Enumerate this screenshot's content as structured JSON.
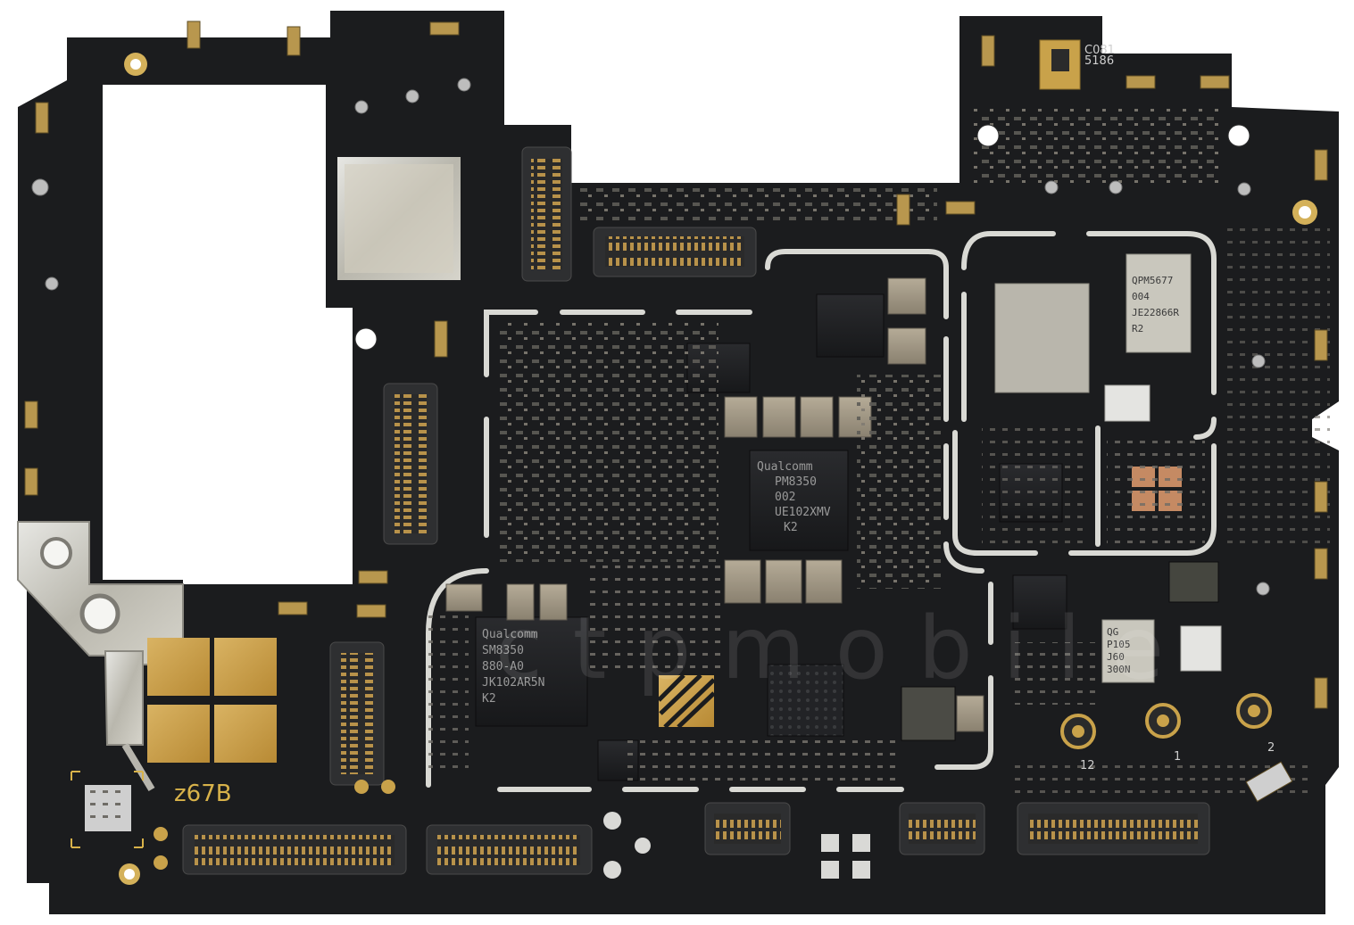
{
  "board": {
    "colors": {
      "pcb": "#1b1c1e",
      "pcb_edge": "#141517",
      "gold": "#c9a24a",
      "shield": "#cfcfcf",
      "component": "#8e8a80",
      "cap": "#a49a86"
    },
    "silkscreen": {
      "model_code": "z67B",
      "antenna_labels": [
        "12",
        "1",
        "2"
      ]
    },
    "chips": {
      "pmic": {
        "brand": "Qualcomm",
        "line1": "PM8350",
        "line2": "002",
        "line3": "UE102XMV",
        "line4": "K2"
      },
      "soc_pmic": {
        "brand": "Qualcomm",
        "line1": "SM8350",
        "line2": "880-A0",
        "line3": "JK102AR5N",
        "line4": "K2"
      },
      "qpm": {
        "line1": "QPM5677",
        "line2": "004",
        "line3": "JE22866R",
        "line4": "R2"
      },
      "small_qorvo": {
        "line1": "QG",
        "line2": "P105",
        "line3": "J60",
        "line4": "300N"
      },
      "top_small": {
        "line1": "C081",
        "line2": "5186"
      }
    },
    "watermark": {
      "text": "ctpmobile"
    }
  }
}
